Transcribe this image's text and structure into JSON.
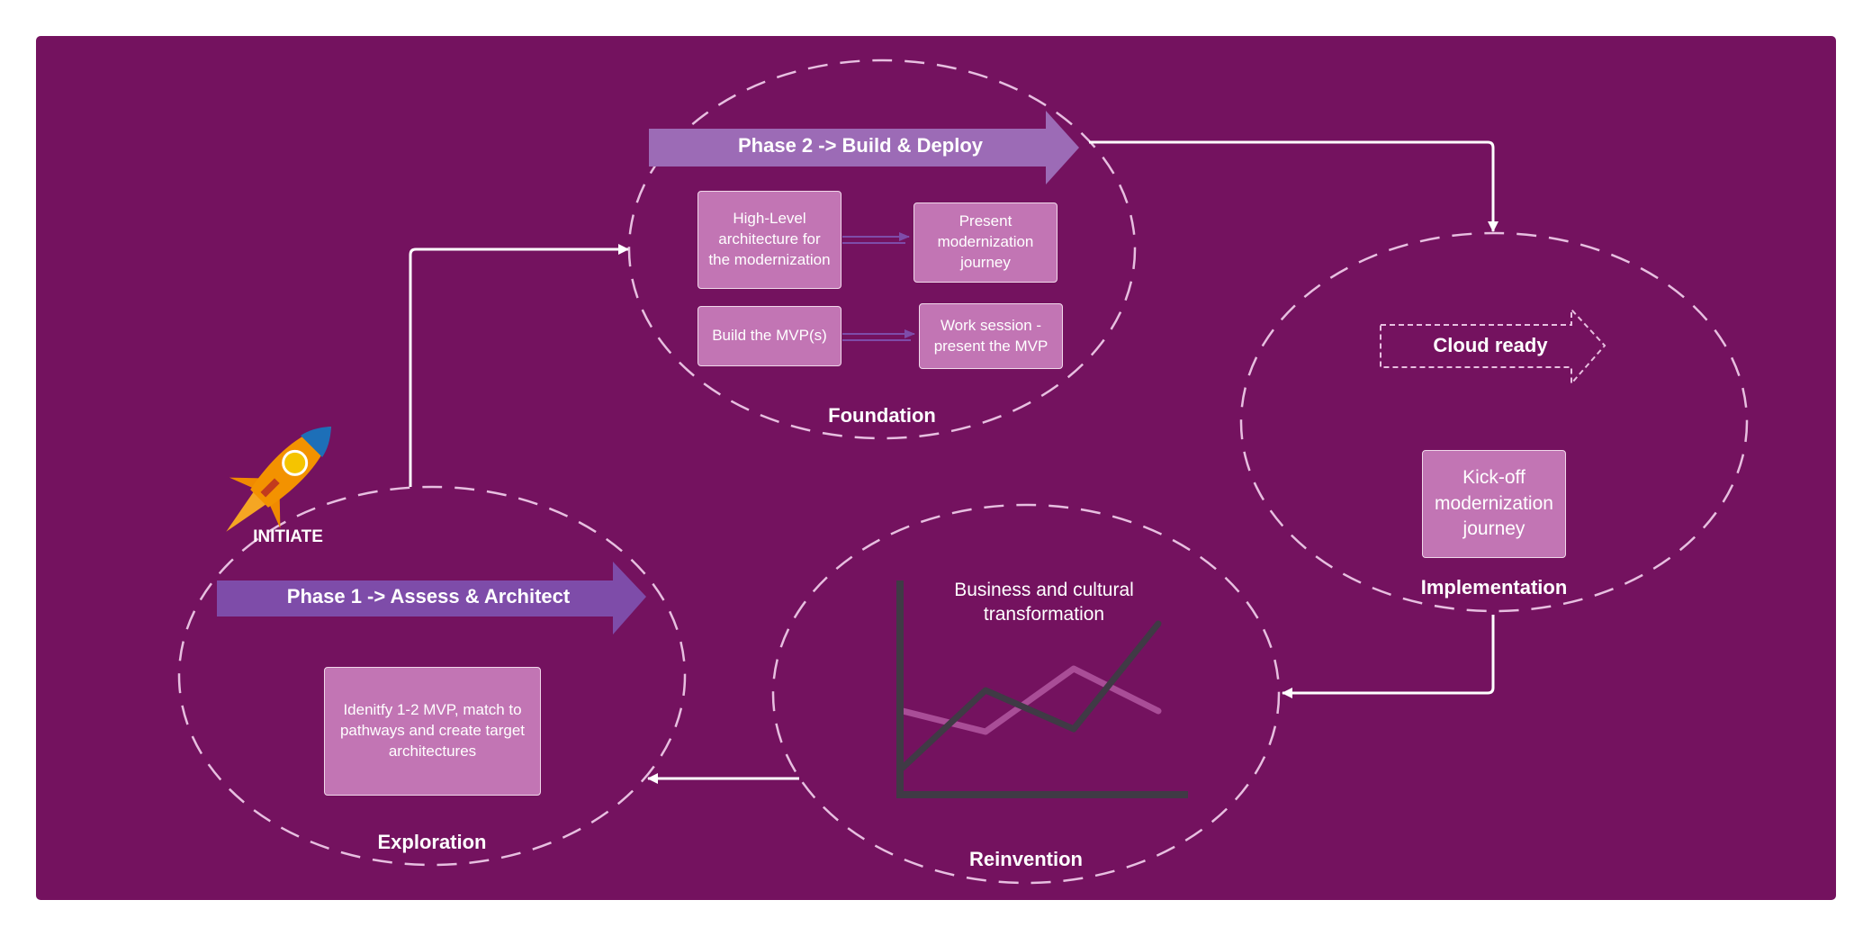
{
  "colors": {
    "background": "#74125f",
    "phase_arrow": "#7e4ca9",
    "phase2_arrow": "#9c6bb6",
    "box_fill": "#c275b4",
    "dash": "#e7bfe0",
    "chart_axis": "#3f3a45",
    "chart_line_light": "#a94d97"
  },
  "phases": {
    "phase1": "Phase 1 -> Assess & Architect",
    "phase2": "Phase 2 -> Build & Deploy"
  },
  "stages": {
    "exploration": "Exploration",
    "foundation": "Foundation",
    "implementation": "Implementation",
    "reinvention": "Reinvention"
  },
  "boxes": {
    "identify_mvp": "Idenitfy 1-2 MVP, match to pathways and create target architectures",
    "high_level_arch": "High-Level architecture for the modernization",
    "present_journey": "Present modernization journey",
    "build_mvp": "Build the MVP(s)",
    "work_session": "Work session - present the MVP",
    "kickoff": "Kick-off modernization journey"
  },
  "cloud_ready": "Cloud ready",
  "initiate": "INITIATE",
  "rocket_icon": "rocket-icon",
  "transformation_text": "Business and cultural transformation"
}
